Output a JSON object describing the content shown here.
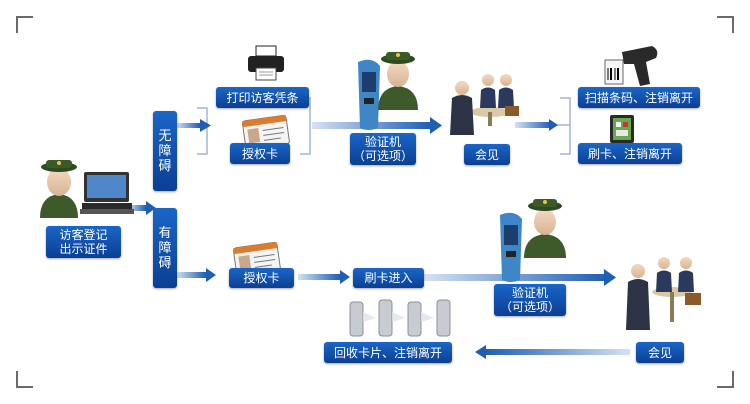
{
  "colors": {
    "box": "#0f4ea8",
    "arrow": "#1f5fb3",
    "arrow_light": "#b8cce8",
    "corner": "#6a6a6a"
  },
  "icons": [
    "guard-icon",
    "computer-icon",
    "printer-icon",
    "id-card-icon",
    "verification-terminal-icon",
    "meeting-people-icon",
    "barcode-scanner-icon",
    "card-reader-icon",
    "turnstile-gate-icon"
  ],
  "nodes": {
    "visitor_register": "访客登记\n出示证件",
    "no_barrier": "无\n障\n碍",
    "with_barrier": "有\n障\n碍",
    "print_pass": "打印访客凭条",
    "auth_card_top": "授权卡",
    "verify_top": "验证机\n（可选项）",
    "meet_top": "会见",
    "scan_exit": "扫描条码、注销离开",
    "swipe_exit": "刷卡、注销离开",
    "auth_card_bottom": "授权卡",
    "swipe_enter": "刷卡进入",
    "verify_bottom": "验证机\n（可选项）",
    "meet_bottom": "会见",
    "collect_exit": "回收卡片、注销离开"
  }
}
